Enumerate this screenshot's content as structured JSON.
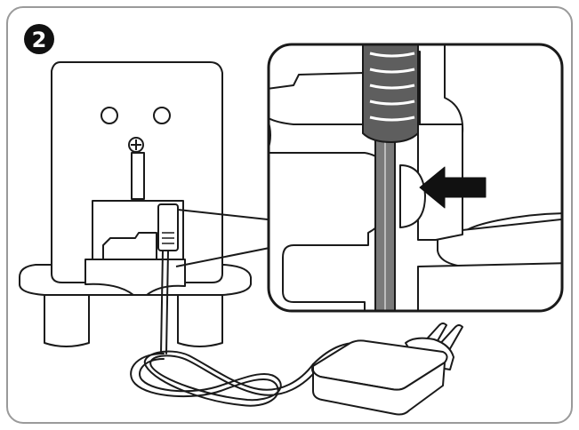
{
  "step": {
    "number": "2"
  },
  "colors": {
    "outline": "#1a1a1a",
    "frame": "#9a9a9a",
    "badge": "#111111",
    "badge_text": "#ffffff",
    "cable": "#7a7a7a",
    "plug_grip": "#5e5e5e",
    "background": "#ffffff"
  },
  "icons": {
    "step_badge": "numbered-circle-badge",
    "arrow": "insert-direction-arrow"
  }
}
